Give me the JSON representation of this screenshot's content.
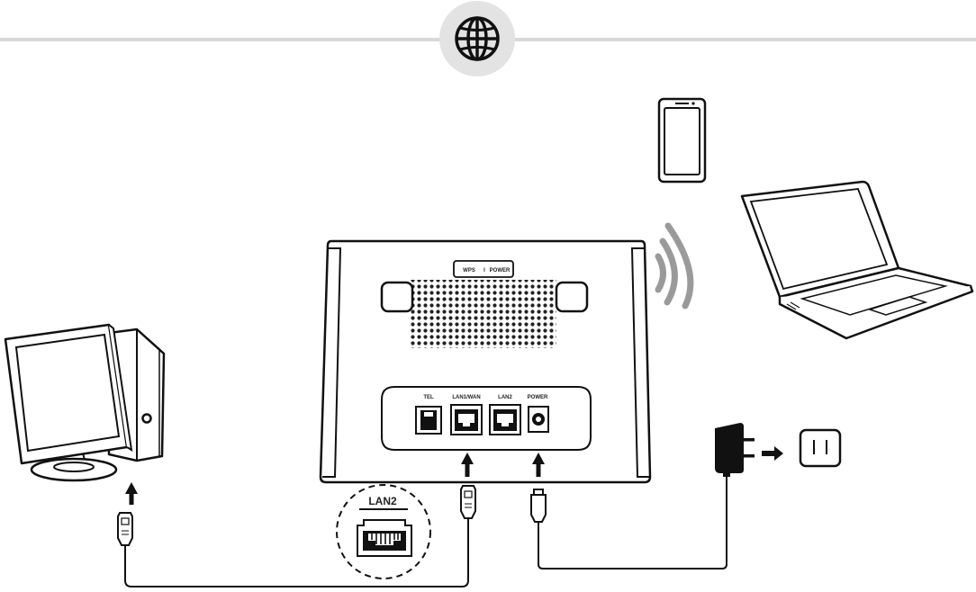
{
  "router": {
    "top_button_labels": [
      "WPS",
      "I",
      "POWER"
    ],
    "port_labels": [
      "TEL",
      "LAN1/WAN",
      "LAN2",
      "POWER"
    ]
  },
  "callout": {
    "label": "LAN2"
  },
  "icons": [
    "globe-icon",
    "smartphone-icon",
    "laptop-icon",
    "desktop-computer-icon",
    "wifi-waves-icon",
    "power-adapter-icon",
    "wall-outlet-icon",
    "ethernet-plug-icon",
    "dc-plug-icon",
    "arrow-icon"
  ],
  "colors": {
    "line": "#111111",
    "divider": "#d9d9d9",
    "globe_bg": "#e3e3e3",
    "wifi": "#9a9a9a",
    "router_grill": "#222222"
  }
}
